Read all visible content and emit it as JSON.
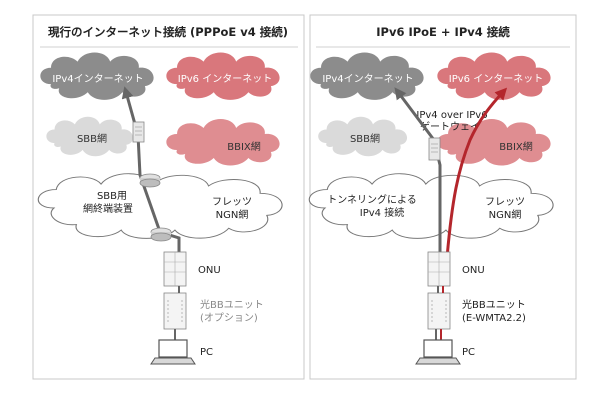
{
  "panels": {
    "left": {
      "title": "現行のインターネット接続 (PPPoE v4 接続)",
      "cloud_ipv4": "IPv4インターネット",
      "cloud_ipv6": "IPv6 インターネット",
      "sbb_net": "SBB網",
      "bbix_net": "BBIX網",
      "sbb_terminal_line1": "SBB用",
      "sbb_terminal_line2": "網終端装置",
      "flets_line1": "フレッツ",
      "flets_line2": "NGN網",
      "onu": "ONU",
      "hikari_line1": "光BBユニット",
      "hikari_line2": "(オプション)",
      "pc": "PC"
    },
    "right": {
      "title": "IPv6 IPoE + IPv4 接続",
      "cloud_ipv4": "IPv4インターネット",
      "cloud_ipv6": "IPv6 インターネット",
      "gateway_line1": "IPv4 over IPv6",
      "gateway_line2": "ゲートウェイ",
      "sbb_net": "SBB網",
      "bbix_net": "BBIX網",
      "tunnel_line1": "トンネリングによる",
      "tunnel_line2": "IPv4 接続",
      "flets_line1": "フレッツ",
      "flets_line2": "NGN網",
      "onu": "ONU",
      "hikari_line1": "光BBユニット",
      "hikari_line2": "(E-WMTA2.2)",
      "pc": "PC"
    }
  },
  "colors": {
    "dark_gray_cloud": "#8c8c8c",
    "red_cloud": "#d9777c",
    "light_gray_cloud": "#dadada",
    "pink_cloud": "#df8d91",
    "ipv4_line": "#666666",
    "ipv6_line": "#b4262c"
  }
}
